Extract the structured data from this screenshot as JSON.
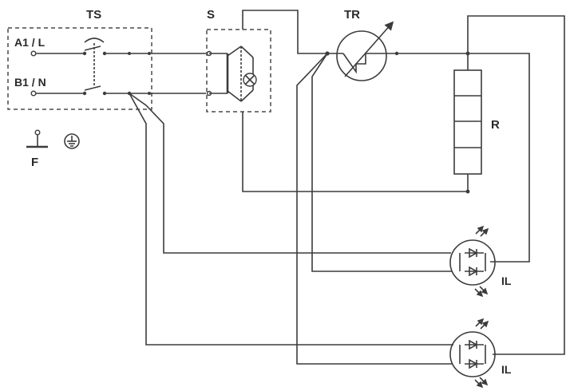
{
  "labels": {
    "ts": "TS",
    "s": "S",
    "tr": "TR",
    "a1": "A1 / L",
    "b1": "B1 / N",
    "f": "F",
    "r": "R",
    "il_top": "IL",
    "il_bottom": "IL"
  },
  "icons": {
    "ground": "ground-symbol-icon",
    "earth": "protective-earth-icon",
    "lamp": "signal-lamp-icon",
    "thermostat": "thermostat-icon",
    "diode": "diode-icon",
    "led_arrow": "light-emission-arrow-icon"
  },
  "colors": {
    "wire": "#3c3c3c",
    "label": "#2a2a2a",
    "background": "#ffffff"
  }
}
